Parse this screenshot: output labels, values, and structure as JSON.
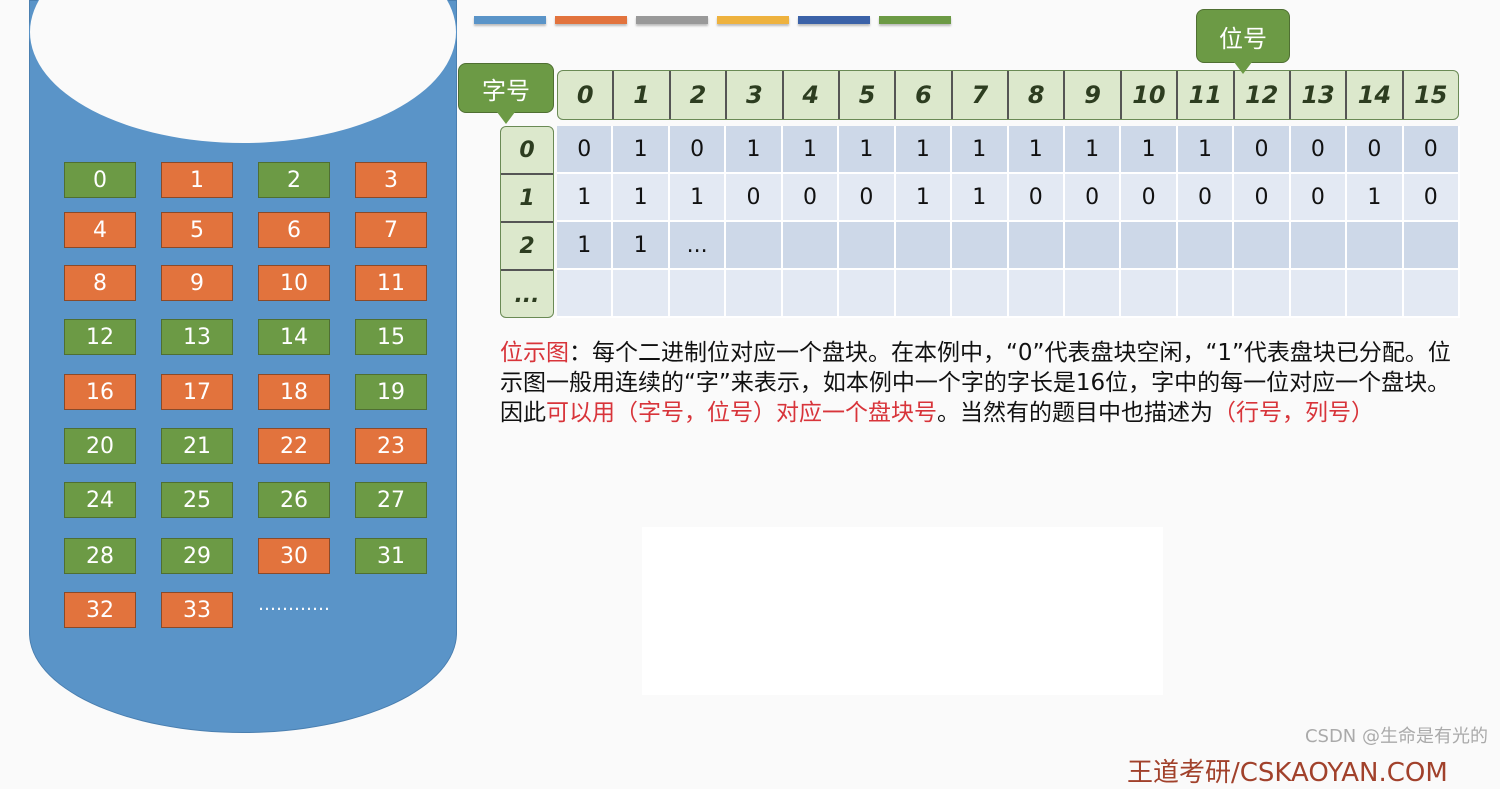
{
  "legend_bar_colors": [
    "#5a94c8",
    "#e2733d",
    "#999999",
    "#eeb23e",
    "#3b62a8",
    "#6c9a45"
  ],
  "disk_blocks": [
    {
      "n": "0",
      "s": "free"
    },
    {
      "n": "1",
      "s": "used"
    },
    {
      "n": "2",
      "s": "free"
    },
    {
      "n": "3",
      "s": "used"
    },
    {
      "n": "4",
      "s": "used"
    },
    {
      "n": "5",
      "s": "used"
    },
    {
      "n": "6",
      "s": "used"
    },
    {
      "n": "7",
      "s": "used"
    },
    {
      "n": "8",
      "s": "used"
    },
    {
      "n": "9",
      "s": "used"
    },
    {
      "n": "10",
      "s": "used"
    },
    {
      "n": "11",
      "s": "used"
    },
    {
      "n": "12",
      "s": "free"
    },
    {
      "n": "13",
      "s": "free"
    },
    {
      "n": "14",
      "s": "free"
    },
    {
      "n": "15",
      "s": "free"
    },
    {
      "n": "16",
      "s": "used"
    },
    {
      "n": "17",
      "s": "used"
    },
    {
      "n": "18",
      "s": "used"
    },
    {
      "n": "19",
      "s": "free"
    },
    {
      "n": "20",
      "s": "free"
    },
    {
      "n": "21",
      "s": "free"
    },
    {
      "n": "22",
      "s": "used"
    },
    {
      "n": "23",
      "s": "used"
    },
    {
      "n": "24",
      "s": "free"
    },
    {
      "n": "25",
      "s": "free"
    },
    {
      "n": "26",
      "s": "free"
    },
    {
      "n": "27",
      "s": "free"
    },
    {
      "n": "28",
      "s": "free"
    },
    {
      "n": "29",
      "s": "free"
    },
    {
      "n": "30",
      "s": "used"
    },
    {
      "n": "31",
      "s": "free"
    },
    {
      "n": "32",
      "s": "used"
    },
    {
      "n": "33",
      "s": "used"
    }
  ],
  "disk_more": "…………",
  "colors": {
    "free": "#6c9a45",
    "used": "#e2733d"
  },
  "bitmap": {
    "word_tip": "字号",
    "bit_tip": "位号",
    "columns": [
      "0",
      "1",
      "2",
      "3",
      "4",
      "5",
      "6",
      "7",
      "8",
      "9",
      "10",
      "11",
      "12",
      "13",
      "14",
      "15"
    ],
    "row_labels": [
      "0",
      "1",
      "2",
      "..."
    ],
    "rows": [
      [
        "0",
        "1",
        "0",
        "1",
        "1",
        "1",
        "1",
        "1",
        "1",
        "1",
        "1",
        "1",
        "0",
        "0",
        "0",
        "0"
      ],
      [
        "1",
        "1",
        "1",
        "0",
        "0",
        "0",
        "1",
        "1",
        "0",
        "0",
        "0",
        "0",
        "0",
        "0",
        "1",
        "0"
      ],
      [
        "1",
        "1",
        "...",
        "",
        "",
        "",
        "",
        "",
        "",
        "",
        "",
        "",
        "",
        "",
        "",
        ""
      ],
      [
        "",
        "",
        "",
        "",
        "",
        "",
        "",
        "",
        "",
        "",
        "",
        "",
        "",
        "",
        "",
        ""
      ]
    ]
  },
  "description": {
    "term": "位示图",
    "p1": "：每个二进制位对应一个盘块。在本例中，“0”代表盘块空闲，“1”代表盘块已分配。位示图一般用连续的“字”来表示，如本例中一个字的字长是16位，字中的每一位对应一个盘块。因此",
    "hl1": "可以用（字号，位号）对应一个盘块号",
    "p2": "。当然有的题目中也描述为",
    "hl2": "（行号，列号）"
  },
  "brand": "王道考研/CSKAOYAN.COM",
  "watermark": "CSDN @生命是有光的"
}
